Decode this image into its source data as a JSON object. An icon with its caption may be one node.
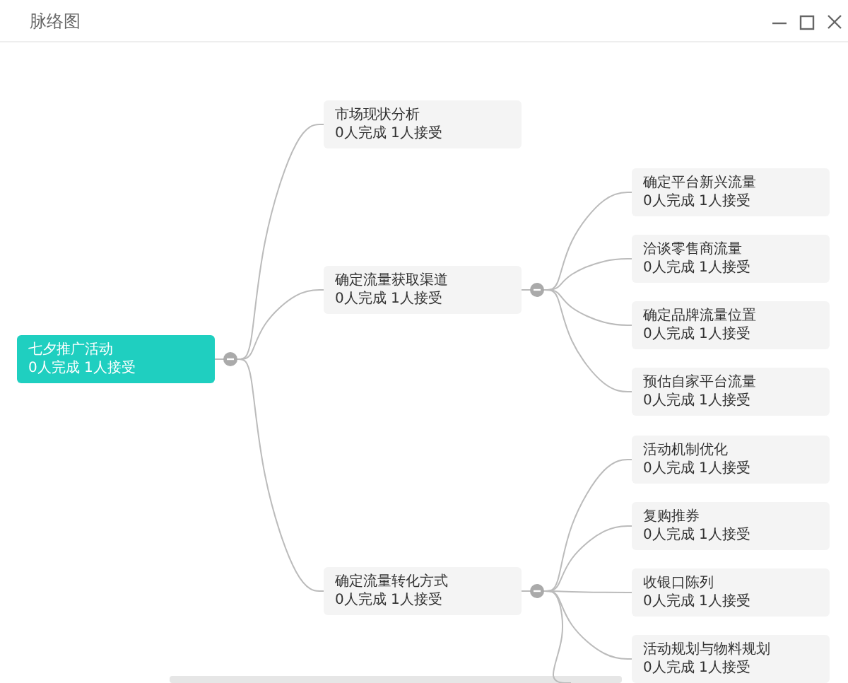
{
  "diagram": {
    "title": "脉络图",
    "nodes": [
      {
        "text": [
          "七夕推广活动",
          "0人完成 1人接受"
        ]
      },
      {
        "text": [
          "市场现状分析",
          "0人完成 1人接受"
        ]
      },
      {
        "text": [
          "确定流量获取渠道",
          "0人完成 1人接受"
        ]
      },
      {
        "text": [
          "确定流量转化方式",
          "0人完成 1人接受"
        ]
      },
      {
        "text": [
          "确定平台新兴流量",
          "0人完成 1人接受"
        ]
      },
      {
        "text": [
          "洽谈零售商流量",
          "0人完成 1人接受"
        ]
      },
      {
        "text": [
          "确定品牌流量位置",
          "0人完成 1人接受"
        ]
      },
      {
        "text": [
          "预估自家平台流量",
          "0人完成 1人接受"
        ]
      },
      {
        "text": [
          "活动机制优化",
          "0人完成 1人接受"
        ]
      },
      {
        "text": [
          "复购推券",
          "0人完成 1人接受"
        ]
      },
      {
        "text": [
          "收银口陈列",
          "0人完成 1人接受"
        ]
      },
      {
        "text": [
          "活动规划与物料规划",
          "0人完成 1人接受"
        ]
      }
    ],
    "edges": [
      {
        "from": 0,
        "to": 1,
        "arrow": "none"
      },
      {
        "from": 0,
        "to": 2,
        "arrow": "none"
      },
      {
        "from": 0,
        "to": 3,
        "arrow": "none"
      },
      {
        "from": 2,
        "to": 4,
        "arrow": "none"
      },
      {
        "from": 2,
        "to": 5,
        "arrow": "none"
      },
      {
        "from": 2,
        "to": 6,
        "arrow": "none"
      },
      {
        "from": 2,
        "to": 7,
        "arrow": "none"
      },
      {
        "from": 3,
        "to": 8,
        "arrow": "none"
      },
      {
        "from": 3,
        "to": 9,
        "arrow": "none"
      },
      {
        "from": 3,
        "to": 10,
        "arrow": "none"
      },
      {
        "from": 3,
        "to": 11,
        "arrow": "none"
      },
      {
        "from": 3,
        "to": null,
        "arrow": "none"
      }
    ]
  }
}
